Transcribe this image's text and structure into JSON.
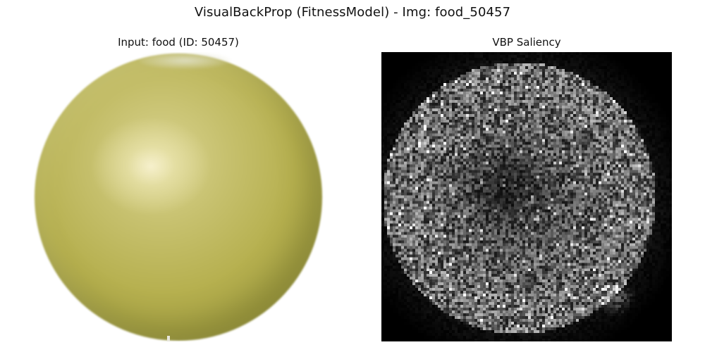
{
  "figure": {
    "title": "VisualBackProp (FitnessModel) - Img: food_50457"
  },
  "panels": {
    "input": {
      "title": "Input: food (ID: 50457)",
      "image": "photo of a round yellow-green fruit on white background"
    },
    "saliency": {
      "title": "VBP Saliency",
      "colormap": "gray",
      "background_color": "#070707"
    }
  }
}
